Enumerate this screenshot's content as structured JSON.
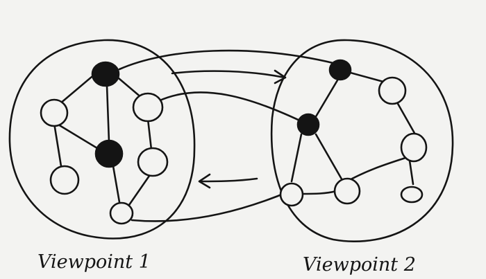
{
  "viewpoints": [
    {
      "label": "Viewpoint 1",
      "nodes": [
        {
          "id": "v1-top",
          "filled": true
        },
        {
          "id": "v1-left",
          "filled": false
        },
        {
          "id": "v1-right",
          "filled": false
        },
        {
          "id": "v1-center",
          "filled": true
        },
        {
          "id": "v1-bottom-left",
          "filled": false
        },
        {
          "id": "v1-mid-right",
          "filled": false
        },
        {
          "id": "v1-bottom",
          "filled": false
        }
      ]
    },
    {
      "label": "Viewpoint 2",
      "nodes": [
        {
          "id": "v2-top",
          "filled": true
        },
        {
          "id": "v2-top-right",
          "filled": false
        },
        {
          "id": "v2-center",
          "filled": true
        },
        {
          "id": "v2-right",
          "filled": false
        },
        {
          "id": "v2-bottom-left",
          "filled": false
        },
        {
          "id": "v2-bottom-mid",
          "filled": false
        },
        {
          "id": "v2-bottom-right",
          "filled": false
        }
      ]
    }
  ],
  "colors": {
    "ink": "#141414",
    "paper": "#f3f3f1"
  }
}
